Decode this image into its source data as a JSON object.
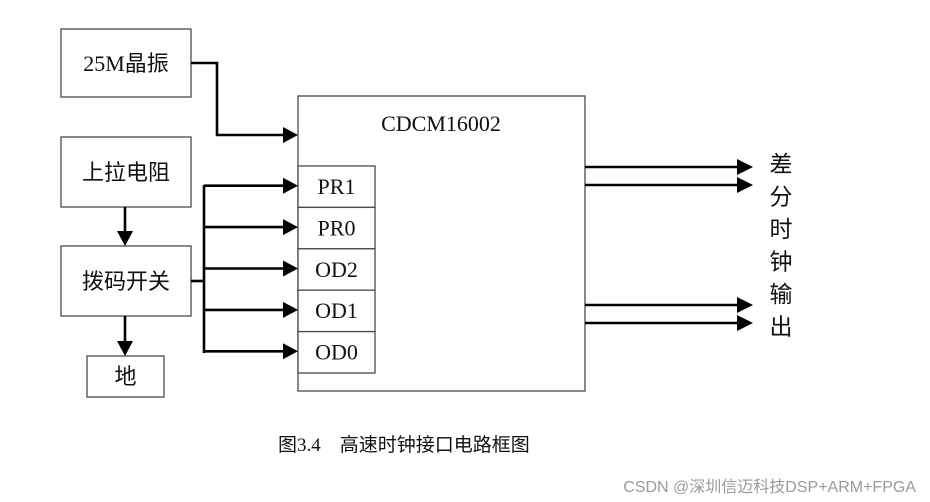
{
  "blocks": {
    "crystal": "25M晶振",
    "pullup": "上拉电阻",
    "dip_switch": "拨码开关",
    "ground": "地",
    "chip": "CDCM16002"
  },
  "pins": [
    "PR1",
    "PR0",
    "OD2",
    "OD1",
    "OD0"
  ],
  "output_label_chars": [
    "差",
    "分",
    "时",
    "钟",
    "输",
    "出"
  ],
  "output_label": "差分时钟输出",
  "caption": {
    "number": "图3.4",
    "title": "高速时钟接口电路框图"
  },
  "watermark": "CSDN @深圳信迈科技DSP+ARM+FPGA"
}
